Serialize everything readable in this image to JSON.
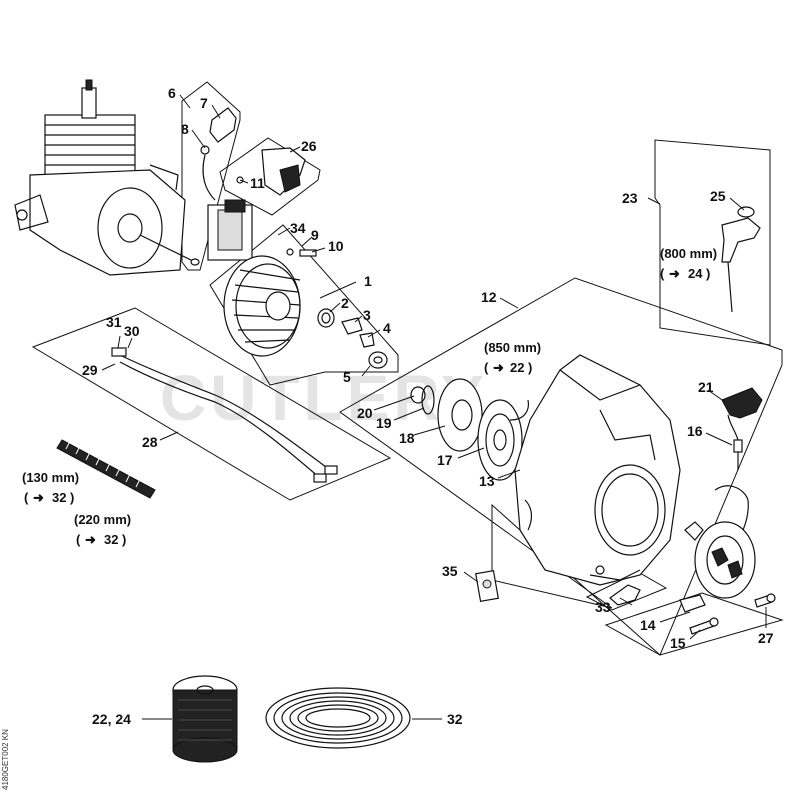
{
  "labels": [
    {
      "id": "1",
      "text": "1"
    },
    {
      "id": "2",
      "text": "2"
    },
    {
      "id": "3",
      "text": "3"
    },
    {
      "id": "4",
      "text": "4"
    },
    {
      "id": "5",
      "text": "5"
    },
    {
      "id": "6",
      "text": "6"
    },
    {
      "id": "7",
      "text": "7"
    },
    {
      "id": "8",
      "text": "8"
    },
    {
      "id": "9",
      "text": "9"
    },
    {
      "id": "10",
      "text": "10"
    },
    {
      "id": "11",
      "text": "11"
    },
    {
      "id": "12",
      "text": "12"
    },
    {
      "id": "13",
      "text": "13"
    },
    {
      "id": "14",
      "text": "14"
    },
    {
      "id": "15",
      "text": "15"
    },
    {
      "id": "16",
      "text": "16"
    },
    {
      "id": "17",
      "text": "17"
    },
    {
      "id": "18",
      "text": "18"
    },
    {
      "id": "19",
      "text": "19"
    },
    {
      "id": "20",
      "text": "20"
    },
    {
      "id": "21",
      "text": "21"
    },
    {
      "id": "23",
      "text": "23"
    },
    {
      "id": "25",
      "text": "25"
    },
    {
      "id": "26",
      "text": "26"
    },
    {
      "id": "27",
      "text": "27"
    },
    {
      "id": "28",
      "text": "28"
    },
    {
      "id": "29",
      "text": "29"
    },
    {
      "id": "30",
      "text": "30"
    },
    {
      "id": "31",
      "text": "31"
    },
    {
      "id": "32",
      "text": "32"
    },
    {
      "id": "33",
      "text": "33"
    },
    {
      "id": "34",
      "text": "34"
    },
    {
      "id": "35",
      "text": "35"
    },
    {
      "id": "22-24",
      "text": "22, 24"
    }
  ],
  "notes": {
    "rope_850": "(850 mm)",
    "ref_22": "22",
    "rope_800": "(800 mm)",
    "ref_24": "24",
    "hose_130": "(130 mm)",
    "ref_32a": "32",
    "hose_220": "(220 mm)",
    "ref_32b": "32"
  },
  "watermark": "CUTLERY",
  "drawing_code": "4180GET002 KN"
}
